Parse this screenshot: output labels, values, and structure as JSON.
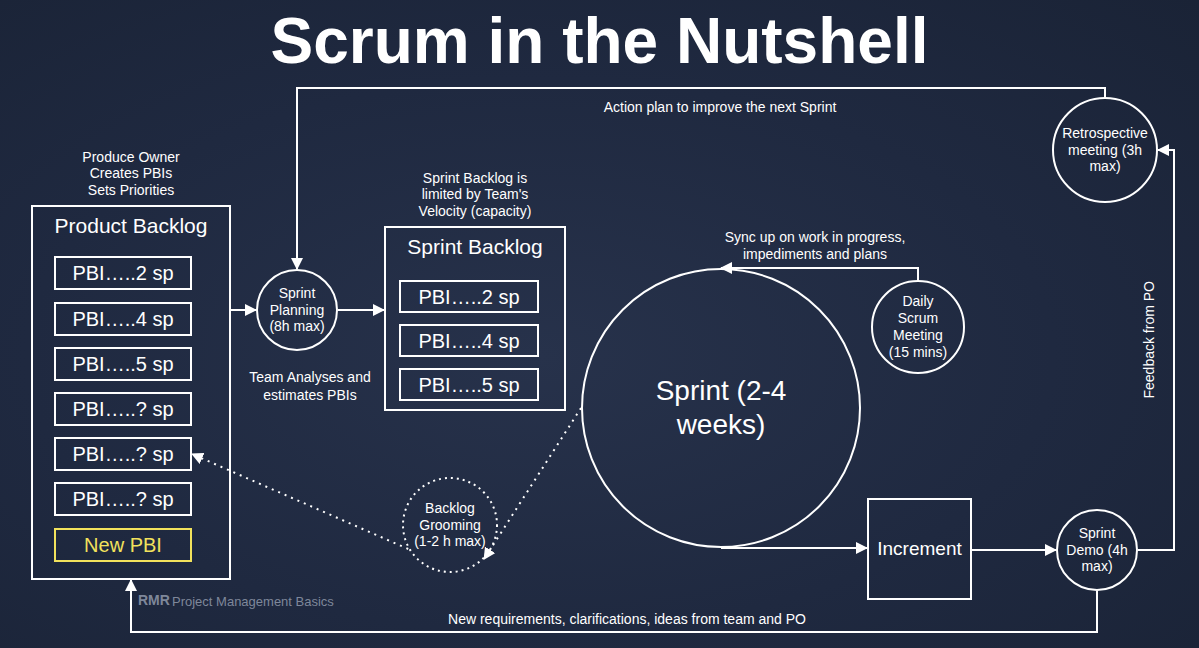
{
  "diagram": {
    "title": "Scrum in the Nutshell",
    "nodes": [
      {
        "text": [
          "Produce Owner Creates PBIs Sets Priorities",
          "Product Backlog"
        ]
      },
      {
        "text": [
          "PBI…..2 sp"
        ],
        "in": 0
      },
      {
        "text": [
          "PBI…..4 sp"
        ],
        "in": 0
      },
      {
        "text": [
          "PBI…..5 sp"
        ],
        "in": 0
      },
      {
        "text": [
          "PBI…..? sp"
        ],
        "in": 0
      },
      {
        "text": [
          "PBI…..? sp"
        ],
        "in": 0
      },
      {
        "text": [
          "PBI…..? sp"
        ],
        "in": 0
      },
      {
        "text": [
          "New PBI"
        ],
        "in": 0
      },
      {
        "text": [
          "Sprint Planning (8h max)"
        ]
      },
      {
        "text": [
          "Sprint Backlog is limited by Team's Velocity (capacity)",
          "Sprint Backlog"
        ]
      },
      {
        "text": [
          "PBI…..2 sp"
        ],
        "in": 9
      },
      {
        "text": [
          "PBI…..4 sp"
        ],
        "in": 9
      },
      {
        "text": [
          "PBI…..5 sp"
        ],
        "in": 9
      },
      {
        "text": [
          "Sprint (2-4 weeks)"
        ]
      },
      {
        "text": [
          "Daily Scrum Meeting (15 mins)"
        ]
      },
      {
        "text": [
          "Retrospective meeting (3h max)"
        ]
      },
      {
        "text": [
          "Backlog Grooming (1-2 h max)"
        ]
      },
      {
        "text": [
          "Increment"
        ]
      },
      {
        "text": [
          "Sprint Demo (4h max)"
        ]
      }
    ],
    "edges": [
      {
        "from": 0,
        "to": 8,
        "arrow": "to"
      },
      {
        "from": 8,
        "to": 9,
        "arrow": "to"
      },
      {
        "from": 15,
        "to": 8,
        "label": "Action plan to improve the next Sprint",
        "arrow": "to"
      },
      {
        "from": 14,
        "to": 13,
        "label": "Sync up on work in progress, impediments and plans",
        "arrow": "to"
      },
      {
        "from": 13,
        "to": 17,
        "arrow": "to"
      },
      {
        "from": 17,
        "to": 18,
        "arrow": "to"
      },
      {
        "from": 18,
        "to": 15,
        "label": "Feedback from PO",
        "arrow": "to"
      },
      {
        "from": 18,
        "to": 0,
        "label": "New requirements, clarifications, ideas from team and PO",
        "arrow": "to"
      },
      {
        "from": 13,
        "to": 16,
        "arrow": "to"
      },
      {
        "from": 16,
        "to": 5,
        "arrow": "to"
      }
    ],
    "labels": [
      "Team Analyses and estimates PBIs",
      "RMR",
      "Project Management Basics"
    ]
  }
}
